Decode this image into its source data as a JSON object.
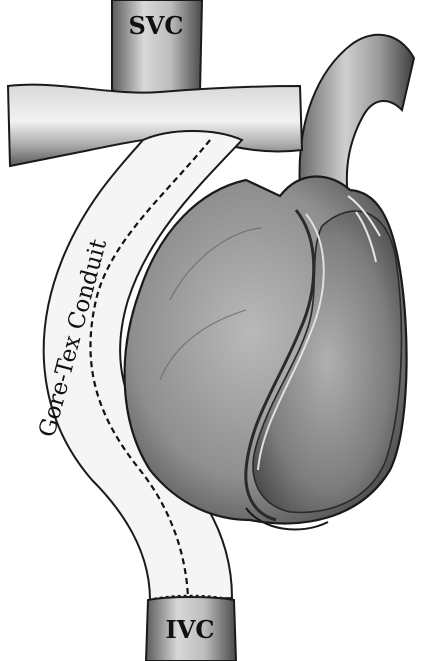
{
  "labels": {
    "svc": "SVC",
    "ivc": "IVC",
    "conduit": "Gore-Tex Conduit"
  },
  "colors": {
    "ink": "#1a1a1a",
    "vessel_light": "#d6d6d6",
    "vessel_mid": "#9e9e9e",
    "vessel_dark": "#4a4a4a",
    "conduit_fill": "#f4f4f4",
    "heart_mid": "#8a8a8a",
    "heart_dark": "#3a3a3a",
    "heart_light": "#c8c8c8"
  }
}
